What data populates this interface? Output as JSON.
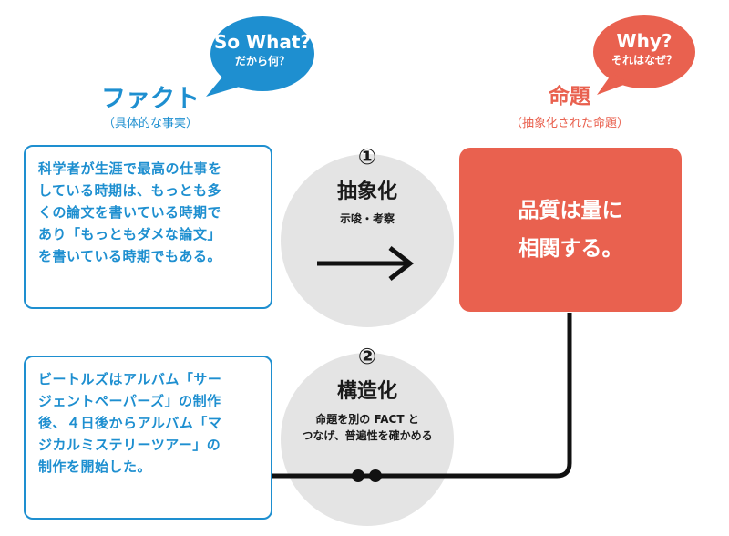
{
  "colors": {
    "blue": "#1e8fd0",
    "red": "#e9614f",
    "circle": "#e4e4e4",
    "black": "#111111"
  },
  "bubble_left": {
    "title": "So What?",
    "sub": "だから何？",
    "icon": "speech-bubble-icon"
  },
  "bubble_right": {
    "title": "Why?",
    "sub": "それはなぜ？",
    "icon": "speech-bubble-icon"
  },
  "fact": {
    "heading": "ファクト",
    "sub": "（具体的な事実）"
  },
  "proposition": {
    "heading": "命題",
    "sub": "（抽象化された命題）",
    "lines": [
      "品質は量に",
      "相関する。"
    ]
  },
  "fact_box_1": {
    "lines": [
      "科学者が生涯で最高の仕事を",
      "している時期は、もっとも多",
      "くの論文を書いている時期で",
      "あり「もっともダメな論文」",
      "を書いている時期でもある。"
    ]
  },
  "fact_box_2": {
    "lines": [
      "ビートルズはアルバム「サー",
      "ジェントペーパーズ」の制作",
      "後、４日後からアルバム「マ",
      "ジカルミステリーツアー」の",
      "制作を開始した。"
    ]
  },
  "step1": {
    "number": "①",
    "title": "抽象化",
    "desc": "示唆・考察",
    "icon": "right-arrow-icon"
  },
  "step2": {
    "number": "②",
    "title": "構造化",
    "desc_lines": [
      "命題を別の FACT と",
      "つなげ、普遍性を確かめる"
    ],
    "icon": "connector-dots-icon"
  }
}
